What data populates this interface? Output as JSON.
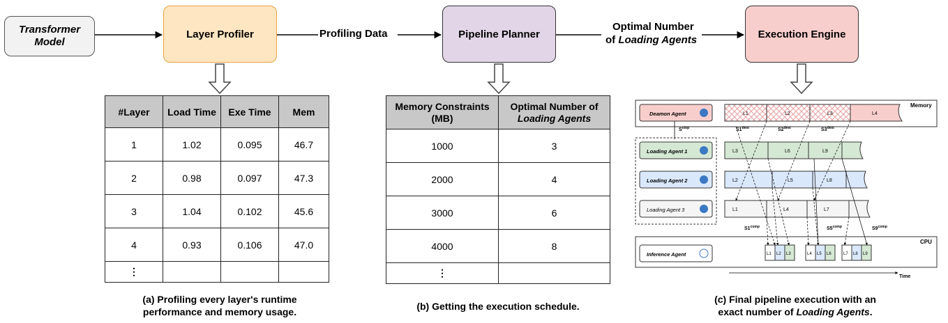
{
  "flow": {
    "input": "Transformer Model",
    "profiler": "Layer Profiler",
    "edge1": "Profiling Data",
    "planner": "Pipeline Planner",
    "edge2_l1": "Optimal Number",
    "edge2_l2a": "of ",
    "edge2_l2b": "Loading Agents",
    "engine": "Execution Engine"
  },
  "profile_table": {
    "headers": [
      "#Layer",
      "Load Time",
      "Exe Time",
      "Mem"
    ],
    "rows": [
      [
        "1",
        "1.02",
        "0.095",
        "46.7"
      ],
      [
        "2",
        "0.98",
        "0.097",
        "47.3"
      ],
      [
        "3",
        "1.04",
        "0.102",
        "45.6"
      ],
      [
        "4",
        "0.93",
        "0.106",
        "47.0"
      ],
      [
        "⋮",
        "",
        "",
        ""
      ]
    ]
  },
  "schedule_table": {
    "headers": [
      "Memory Constraints (MB)",
      "Optimal Number of Loading Agents"
    ],
    "rows": [
      [
        "1000",
        "3"
      ],
      [
        "2000",
        "4"
      ],
      [
        "3000",
        "6"
      ],
      [
        "4000",
        "8"
      ],
      [
        "⋮",
        ""
      ]
    ]
  },
  "captions": {
    "a_l1": "(a) Profiling every layer's runtime",
    "a_l2": "performance and memory usage.",
    "b": "(b) Getting the execution schedule.",
    "c_l1": "(c) Final pipeline execution with an",
    "c_l2a": "exact number of ",
    "c_l2b": "Loading Agents",
    "c_l2c": "."
  },
  "exec": {
    "memory_label": "Memory",
    "cpu_label": "CPU",
    "time_label": "Time",
    "daemon": "Deamon Agent",
    "la1": "Loading Agent 1",
    "la2": "Loading Agent 2",
    "la3": "Loading Agent 3",
    "inference": "Inference Agent",
    "memory_cells": [
      "L1",
      "L2",
      "L3",
      "L4"
    ],
    "la1_cells": [
      "L3",
      "L6",
      "L9"
    ],
    "la2_cells": [
      "L2",
      "L5",
      "L8"
    ],
    "la3_cells": [
      "L1",
      "L4",
      "L7"
    ],
    "cpu_cells": [
      "L1",
      "L2",
      "L3",
      "L4",
      "L5",
      "L6",
      "L7",
      "L8",
      "L9"
    ],
    "s_stop": "S",
    "s_stop_sup": "stop",
    "dest_labels": [
      "S1",
      "S2",
      "S3"
    ],
    "dest_sup": "dest",
    "comp_labels": [
      "S1",
      "S5",
      "S9"
    ],
    "comp_sup": "comp"
  },
  "colors": {
    "input": "#f2f2f2",
    "profiler": "#ffe6c2",
    "planner": "#e1d5e7",
    "engine": "#f8cecc",
    "daemon": "#f8cecc",
    "la1": "#d5e8d4",
    "la2": "#dae8fc",
    "la3": "#f5f5f5",
    "header": "#c8c8c8"
  }
}
